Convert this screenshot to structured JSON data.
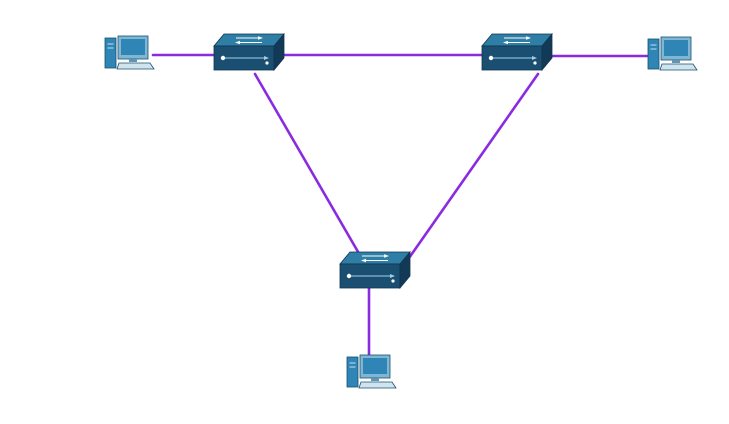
{
  "diagram": {
    "colors": {
      "link": "#8a2be2",
      "device_top": "#2e7ea6",
      "device_front": "#1b4f72",
      "device_side": "#123a56",
      "arrow": "#ffffff",
      "pc_screen": "#2f86b6",
      "pc_body": "#7fb6d4"
    },
    "nodes": [
      {
        "id": "pc-left",
        "kind": "computer",
        "icon": "desktop-computer-icon"
      },
      {
        "id": "switch-left",
        "kind": "switch",
        "icon": "switch-icon"
      },
      {
        "id": "switch-right",
        "kind": "switch",
        "icon": "switch-icon"
      },
      {
        "id": "pc-right",
        "kind": "computer",
        "icon": "desktop-computer-icon"
      },
      {
        "id": "switch-bottom",
        "kind": "switch",
        "icon": "switch-icon"
      },
      {
        "id": "pc-bottom",
        "kind": "computer",
        "icon": "desktop-computer-icon"
      }
    ],
    "links": [
      {
        "from": "pc-left",
        "to": "switch-left"
      },
      {
        "from": "switch-left",
        "to": "switch-right"
      },
      {
        "from": "switch-right",
        "to": "pc-right"
      },
      {
        "from": "switch-left",
        "to": "switch-bottom"
      },
      {
        "from": "switch-right",
        "to": "switch-bottom"
      },
      {
        "from": "switch-bottom",
        "to": "pc-bottom"
      }
    ]
  }
}
